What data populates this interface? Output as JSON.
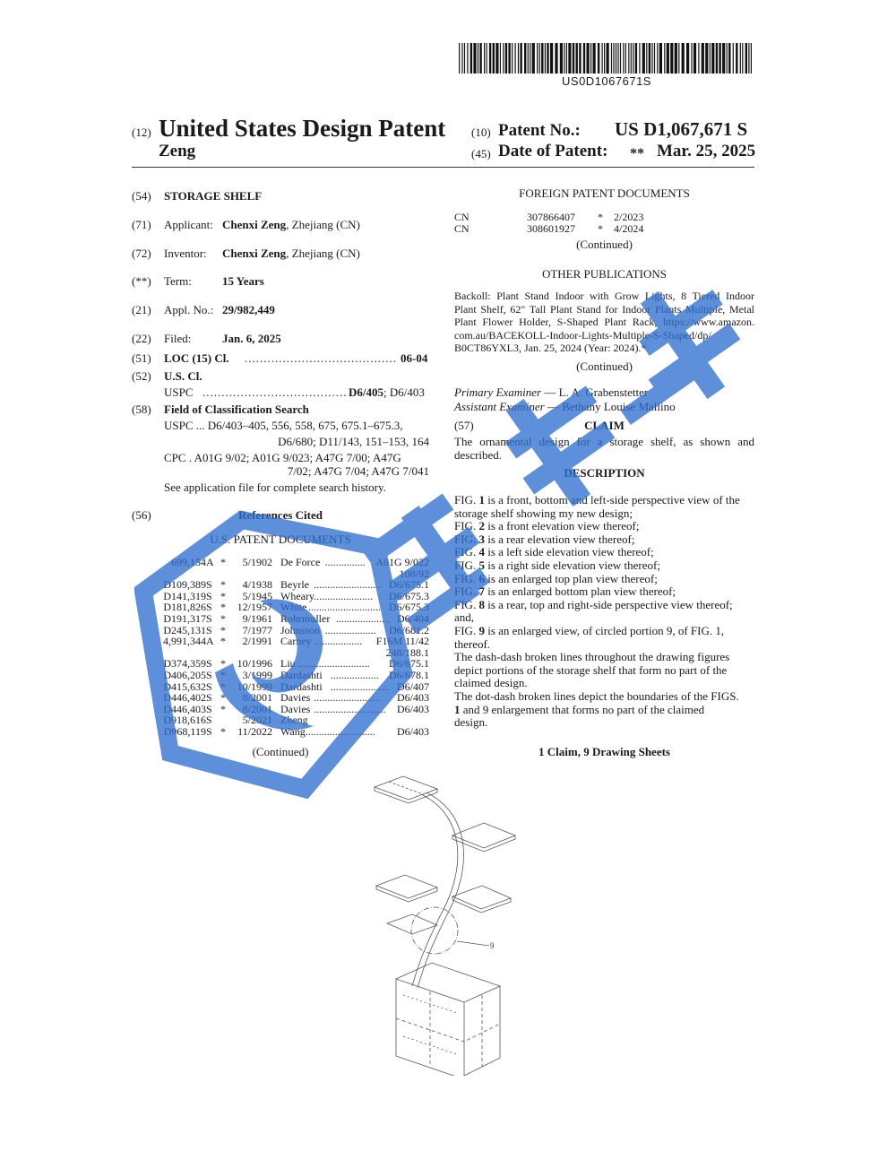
{
  "barcode": {
    "number": "US0D1067671S"
  },
  "header": {
    "code12": "(12)",
    "title": "United States Design Patent",
    "inventor_surname": "Zeng",
    "code10": "(10)",
    "patent_no_label": "Patent No.:",
    "patent_no": "US D1,067,671 S",
    "code45": "(45)",
    "date_label": "Date of Patent:",
    "date_marker": "**",
    "date": "Mar. 25, 2025"
  },
  "left": {
    "f54": {
      "code": "(54)",
      "value": "STORAGE SHELF"
    },
    "f71": {
      "code": "(71)",
      "label": "Applicant:",
      "name": "Chenxi Zeng",
      "rest": ", Zhejiang (CN)"
    },
    "f72": {
      "code": "(72)",
      "label": "Inventor:",
      "name": "Chenxi Zeng",
      "rest": ", Zhejiang (CN)"
    },
    "fterm": {
      "code": "(**)",
      "label": "Term:",
      "value": "15 Years"
    },
    "f21": {
      "code": "(21)",
      "label": "Appl. No.:",
      "value": "29/982,449"
    },
    "f22": {
      "code": "(22)",
      "label": "Filed:",
      "value": "Jan. 6, 2025"
    },
    "f51": {
      "code": "(51)",
      "label": "LOC (15) Cl.",
      "dots": "...............................................",
      "value": "06-04"
    },
    "f52": {
      "code": "(52)",
      "label": "U.S. Cl.",
      "uspc_label": "USPC",
      "dots": "............................................",
      "uspc_bold": "D6/405",
      "uspc_rest": "; D6/403"
    },
    "f58": {
      "code": "(58)",
      "label": "Field of Classification Search",
      "line1": "USPC ... D6/403–405, 556, 558, 675, 675.1–675.3,",
      "line2": "D6/680; D11/143, 151–153, 164",
      "line3": "CPC . A01G 9/02; A01G 9/023; A47G 7/00; A47G",
      "line4": "7/02; A47G 7/04; A47G 7/041",
      "line5": "See application file for complete search history."
    },
    "f56": {
      "code": "(56)",
      "label": "References Cited",
      "sub": "U.S. PATENT DOCUMENTS"
    },
    "references": [
      {
        "num": "699,154",
        "kind": "A",
        "star": "*",
        "date": "5/1902",
        "name": "De Force",
        "dots": "...............",
        "cls": "A01G 9/022"
      },
      {
        "num": "",
        "kind": "",
        "star": "",
        "date": "",
        "name": "",
        "dots": "",
        "cls": "108/92"
      },
      {
        "num": "D109,389",
        "kind": "S",
        "star": "*",
        "date": "4/1938",
        "name": "Beyrle",
        "dots": ".........................",
        "cls": "D6/675.1"
      },
      {
        "num": "D141,319",
        "kind": "S",
        "star": "*",
        "date": "5/1945",
        "name": "Wheary",
        "dots": "......................",
        "cls": "D6/675.3"
      },
      {
        "num": "D181,826",
        "kind": "S",
        "star": "*",
        "date": "12/1957",
        "name": "White",
        "dots": "............................",
        "cls": "D6/675.3"
      },
      {
        "num": "D191,317",
        "kind": "S",
        "star": "*",
        "date": "9/1961",
        "name": "Rohrmuller",
        "dots": "....................",
        "cls": "D6/404"
      },
      {
        "num": "D245,131",
        "kind": "S",
        "star": "*",
        "date": "7/1977",
        "name": "Johnsson",
        "dots": "...................",
        "cls": "D6/681.2"
      },
      {
        "num": "4,991,344",
        "kind": "A",
        "star": "*",
        "date": "2/1991",
        "name": "Carney",
        "dots": "..................",
        "cls": "F16M 11/42"
      },
      {
        "num": "",
        "kind": "",
        "star": "",
        "date": "",
        "name": "",
        "dots": "",
        "cls": "248/188.1"
      },
      {
        "num": "D374,359",
        "kind": "S",
        "star": "*",
        "date": "10/1996",
        "name": "Liu",
        "dots": "................................",
        "cls": "D6/675.1"
      },
      {
        "num": "D406,205",
        "kind": "S",
        "star": "*",
        "date": "3/1999",
        "name": "Dardashti",
        "dots": "..................",
        "cls": "D6/678.1"
      },
      {
        "num": "D415,632",
        "kind": "S",
        "star": "*",
        "date": "10/1999",
        "name": "Dardashti",
        "dots": "......................",
        "cls": "D6/407"
      },
      {
        "num": "D446,402",
        "kind": "S",
        "star": "*",
        "date": "8/2001",
        "name": "Davies",
        "dots": ".........................",
        "cls": "D6/403"
      },
      {
        "num": "D446,403",
        "kind": "S",
        "star": "*",
        "date": "8/2001",
        "name": "Davies",
        "dots": "...........................",
        "cls": "D6/403"
      },
      {
        "num": "D918,616",
        "kind": "S",
        "star": "",
        "date": "5/2021",
        "name": "Zheng",
        "dots": "",
        "cls": ""
      },
      {
        "num": "D968,119",
        "kind": "S",
        "star": "*",
        "date": "11/2022",
        "name": "Wang",
        "dots": "...............................",
        "cls": "D6/403"
      }
    ],
    "continued": "(Continued)"
  },
  "right": {
    "foreign_title": "FOREIGN PATENT DOCUMENTS",
    "foreign": [
      {
        "cc": "CN",
        "num": "307866407",
        "star": "*",
        "date": "2/2023"
      },
      {
        "cc": "CN",
        "num": "308601927",
        "star": "*",
        "date": "4/2024"
      }
    ],
    "foreign_continued": "(Continued)",
    "other_title": "OTHER PUBLICATIONS",
    "pub_lines": [
      "Backoll: Plant Stand Indoor with Grow Lights, 8 Tiered Indoor",
      "Plant Shelf, 62\" Tall Plant Stand for Indoor Plants Multiple, Metal",
      "Plant Flower Holder, S-Shaped Plant Rack, https://www.amazon.",
      "com.au/BACEKOLL-Indoor-Lights-Multiple-S-Shaped/dp/",
      "B0CT86YXL3, Jan. 25, 2024 (Year: 2024).*"
    ],
    "pub_continued": "(Continued)",
    "primary": {
      "label": "Primary Examiner",
      "dash": " — ",
      "name": "L. A. Grabenstetter"
    },
    "assistant": {
      "label": "Assistant Examiner",
      "dash": " — ",
      "name": "Bethany Louise Mallino"
    },
    "claim_code": "(57)",
    "claim_title": "CLAIM",
    "claim_lines": [
      "The ornamental design for a storage shelf, as shown and",
      "described."
    ],
    "desc_title": "DESCRIPTION",
    "desc": [
      {
        "pre": "FIG. ",
        "b": "1",
        "post": " is a front, bottom and left-side perspective view of the"
      },
      {
        "pre": "storage shelf showing my new design;",
        "b": "",
        "post": ""
      },
      {
        "pre": "FIG. ",
        "b": "2",
        "post": " is a front elevation view thereof;"
      },
      {
        "pre": "FIG. ",
        "b": "3",
        "post": " is a rear elevation view thereof;"
      },
      {
        "pre": "FIG. ",
        "b": "4",
        "post": " is a left side elevation view thereof;"
      },
      {
        "pre": "FIG. ",
        "b": "5",
        "post": " is a right side elevation view thereof;"
      },
      {
        "pre": "FIG. ",
        "b": "6",
        "post": " is an enlarged top plan view thereof;"
      },
      {
        "pre": "FIG. ",
        "b": "7",
        "post": " is an enlarged bottom plan view thereof;"
      },
      {
        "pre": "FIG. ",
        "b": "8",
        "post": " is a rear, top and right-side perspective view thereof;"
      },
      {
        "pre": "and,",
        "b": "",
        "post": ""
      },
      {
        "pre": "FIG. ",
        "b": "9",
        "post": " is an enlarged view, of circled portion 9, of FIG. 1,"
      },
      {
        "pre": "thereof.",
        "b": "",
        "post": ""
      },
      {
        "pre": "The dash-dash broken lines throughout the drawing figures",
        "b": "",
        "post": ""
      },
      {
        "pre": "depict portions of the storage shelf that form no part of the",
        "b": "",
        "post": ""
      },
      {
        "pre": "claimed design.",
        "b": "",
        "post": ""
      },
      {
        "pre": "The dot-dash broken lines depict the boundaries of the FIGS.",
        "b": "",
        "post": ""
      },
      {
        "pre": "",
        "b": "1",
        "post": " and 9 enlargement that forms no part of the claimed"
      },
      {
        "pre": "design.",
        "b": "",
        "post": ""
      }
    ],
    "summary": "1 Claim, 9 Drawing Sheets"
  },
  "drawing": {
    "label": "9"
  },
  "colors": {
    "watermark": "#2f6fd0",
    "text": "#1a1a1a"
  }
}
